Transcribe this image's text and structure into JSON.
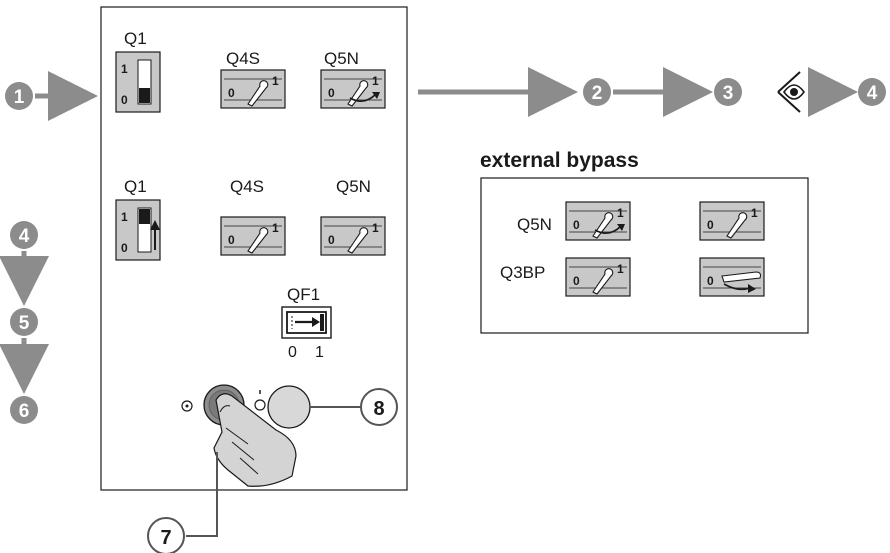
{
  "steps": {
    "s1": "1",
    "s2": "2",
    "s3": "3",
    "s4_top": "4",
    "s4_left": "4",
    "s5": "5",
    "s6": "6",
    "s7": "7",
    "s8": "8"
  },
  "panel": {
    "row1": {
      "q1": "Q1",
      "q4s": "Q4S",
      "q5n": "Q5N"
    },
    "row2": {
      "q1": "Q1",
      "q4s": "Q4S",
      "q5n": "Q5N"
    },
    "qf1": {
      "label": "QF1",
      "pos0": "0",
      "pos1": "1"
    },
    "q1_positions": {
      "on": "1",
      "off": "0"
    },
    "switch_positions": {
      "off": "0",
      "on": "1"
    }
  },
  "bypass": {
    "title": "external bypass",
    "q5n_label": "Q5N",
    "q3bp_label": "Q3BP"
  },
  "colors": {
    "step_circle": "#8c8c8c",
    "arrow": "#8c8c8c",
    "switch_fill": "#c8c8c8",
    "button_pressed": "#8c8c8c",
    "button_idle": "#d8d8d8"
  },
  "icons": {
    "eye": "eye-icon",
    "hand": "pointing-hand-icon"
  }
}
